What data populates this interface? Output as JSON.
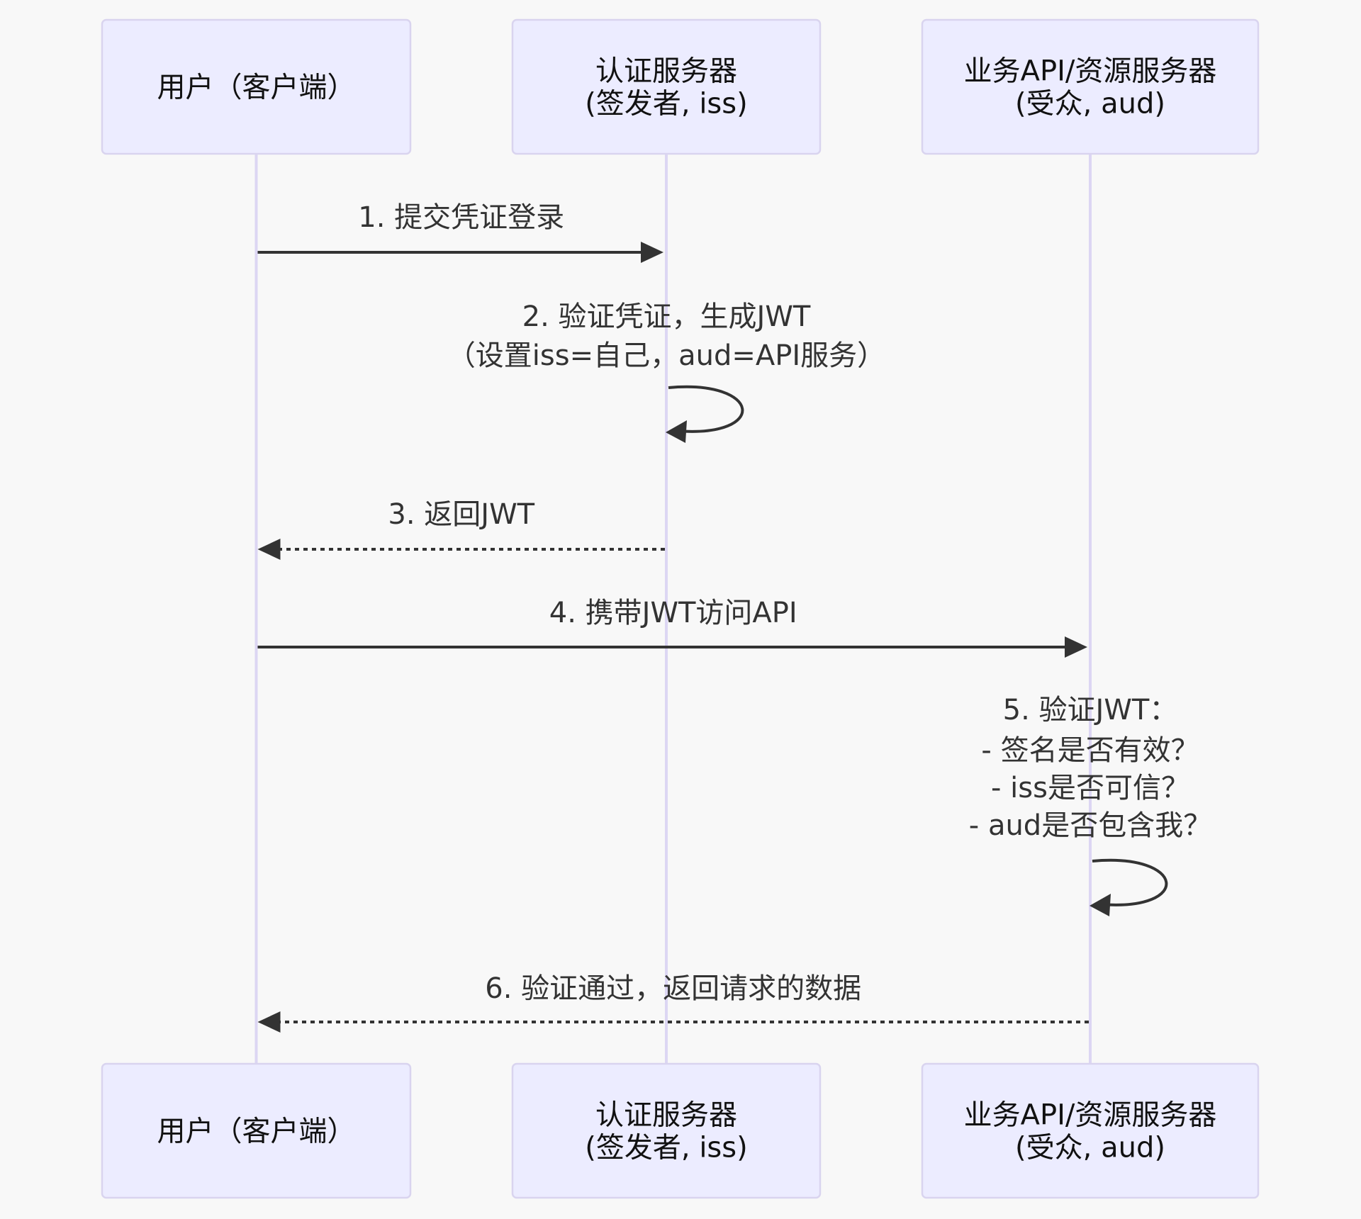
{
  "diagram": {
    "type": "sequence",
    "participants": [
      {
        "id": "user",
        "label_lines": [
          "用户（客户端）"
        ]
      },
      {
        "id": "auth",
        "label_lines": [
          "认证服务器",
          "(签发者, iss)"
        ]
      },
      {
        "id": "api",
        "label_lines": [
          "业务API/资源服务器",
          "(受众, aud)"
        ]
      }
    ],
    "messages": [
      {
        "from": "user",
        "to": "auth",
        "style": "solid",
        "text_lines": [
          "1. 提交凭证登录"
        ]
      },
      {
        "from": "auth",
        "to": "auth",
        "style": "solid",
        "text_lines": [
          "2. 验证凭证，生成JWT",
          "（设置iss=自己，aud=API服务）"
        ]
      },
      {
        "from": "auth",
        "to": "user",
        "style": "dashed",
        "text_lines": [
          "3. 返回JWT"
        ]
      },
      {
        "from": "user",
        "to": "api",
        "style": "solid",
        "text_lines": [
          "4. 携带JWT访问API"
        ]
      },
      {
        "from": "api",
        "to": "api",
        "style": "solid",
        "text_lines": [
          "5. 验证JWT：",
          "- 签名是否有效？",
          "- iss是否可信？",
          "- aud是否包含我？"
        ]
      },
      {
        "from": "api",
        "to": "user",
        "style": "dashed",
        "text_lines": [
          "6. 验证通过，返回请求的数据"
        ]
      }
    ]
  },
  "colors": {
    "background": "#f8f8f8",
    "actor_fill": "#ececff",
    "actor_border": "#d9d4ef",
    "lifeline": "#dcd6f3",
    "message": "#333333"
  }
}
